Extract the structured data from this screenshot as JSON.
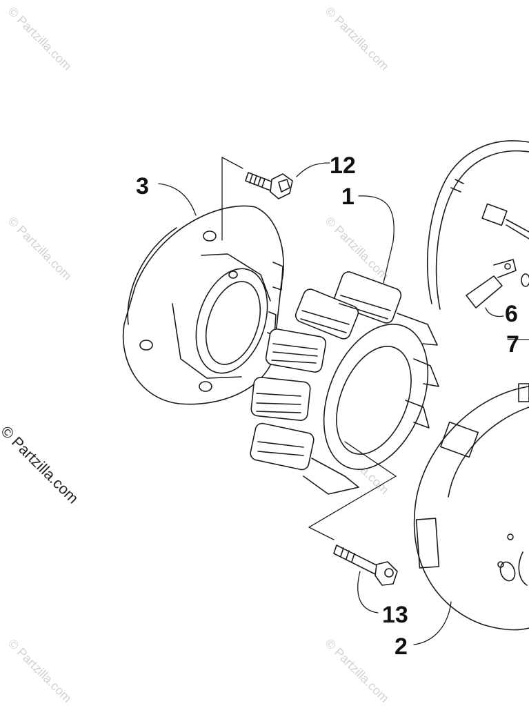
{
  "watermark": {
    "text": "© Partzilla.com"
  },
  "side_watermark": {
    "text": "© Partzilla.com"
  },
  "callouts": {
    "c1": "1",
    "c2": "2",
    "c3": "3",
    "c6": "6",
    "c7": "7",
    "c12": "12",
    "c13": "13"
  }
}
